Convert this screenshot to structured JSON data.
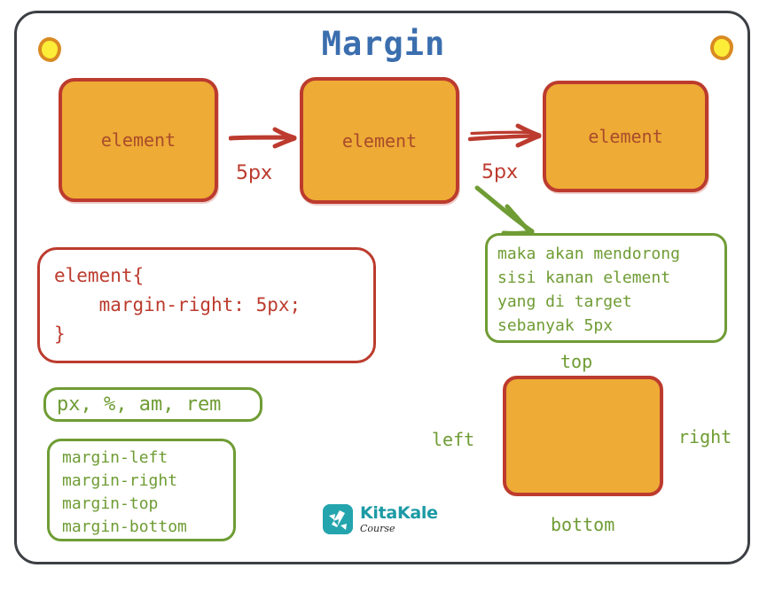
{
  "title": "Margin",
  "decor": {
    "magnet_left": "magnet-dot",
    "magnet_right": "magnet-dot"
  },
  "colors": {
    "frame_border": "#3c3f44",
    "title": "#3b6eae",
    "element_fill": "#eeab35",
    "element_border": "#bc3b2e",
    "element_text": "#a94b2c",
    "red_ink": "#bc3b2e",
    "green_ink": "#6f9c34",
    "magnet_fill": "#fced39",
    "magnet_border": "#d98a22",
    "logo_teal": "#1b9aa5"
  },
  "element_boxes": [
    {
      "label": "element"
    },
    {
      "label": "element"
    },
    {
      "label": "element"
    }
  ],
  "spacing_arrows": [
    {
      "label": "5px",
      "style": "single-line"
    },
    {
      "label": "5px",
      "style": "double-line"
    }
  ],
  "code_block": {
    "lines": [
      "element{",
      "    margin-right: 5px;",
      "}"
    ]
  },
  "units_box": {
    "text": "px, %, am, rem"
  },
  "properties_box": {
    "lines": [
      "margin-left",
      "margin-right",
      "margin-top",
      "margin-bottom"
    ]
  },
  "note_box": {
    "lines": [
      "maka akan mendorong",
      "sisi kanan element",
      "yang di target",
      "sebanyak 5px"
    ]
  },
  "box_model": {
    "top": "top",
    "bottom": "bottom",
    "left": "left",
    "right": "right"
  },
  "logo": {
    "name": "KitaKale",
    "subtitle": "Course"
  }
}
